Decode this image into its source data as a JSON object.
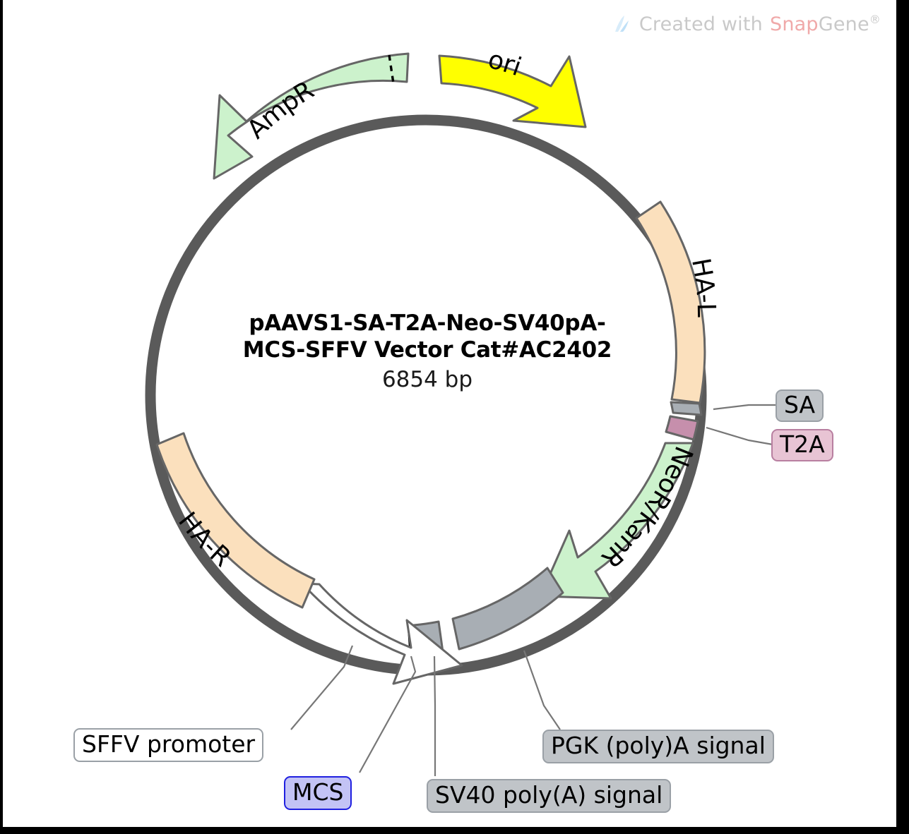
{
  "watermark": {
    "prefix": "Created with",
    "brand_red": "Snap",
    "brand_gray": "Gene",
    "registered": "®",
    "logo_icon": "snapgene-logo-icon"
  },
  "plasmid": {
    "name_line1": "pAAVS1-SA-T2A-Neo-SV40pA-",
    "name_line2": "MCS-SFFV Vector Cat#AC2402",
    "length": "6854 bp",
    "backbone_color": "#5a5a5a"
  },
  "colors": {
    "green": "#ccf2cc",
    "yellow": "#ffff00",
    "peach": "#fbe0bd",
    "pink": "#c68fac",
    "gray_feature": "#a8aeb4",
    "white_feature": "#ffffff",
    "blue_mcs": "#1414dc",
    "outline": "#666666",
    "chip_gray_fill": "#c0c4c8",
    "chip_gray_border": "#9aa0a6",
    "chip_pink_fill": "#e8c4d4",
    "chip_pink_border": "#b87fa0",
    "chip_blue_fill": "#c3c3f5",
    "chip_blue_border": "#2020e0",
    "chip_white_fill": "#ffffff",
    "chip_white_border": "#9aa0a6"
  },
  "features": [
    {
      "name": "AmpR",
      "label": "AmpR",
      "shape": "arrow",
      "direction": "counterclockwise",
      "fill": "#ccf2cc",
      "has_dashed_divider": true
    },
    {
      "name": "ori",
      "label": "ori",
      "shape": "arrow",
      "direction": "clockwise",
      "fill": "#ffff00",
      "has_dashed_divider": false
    },
    {
      "name": "HA-L",
      "label": "HA-L",
      "shape": "block",
      "direction": "none",
      "fill": "#fbe0bd",
      "has_dashed_divider": false
    },
    {
      "name": "SA",
      "label": "SA",
      "shape": "block",
      "direction": "none",
      "fill": "#a8aeb4",
      "has_dashed_divider": false
    },
    {
      "name": "T2A",
      "label": "T2A",
      "shape": "block",
      "direction": "none",
      "fill": "#c68fac",
      "has_dashed_divider": false
    },
    {
      "name": "NeoR/KanR",
      "label": "NeoR/KanR",
      "shape": "arrow",
      "direction": "clockwise",
      "fill": "#ccf2cc",
      "has_dashed_divider": false
    },
    {
      "name": "PGK (poly)A signal",
      "label": "PGK (poly)A signal",
      "shape": "block",
      "direction": "none",
      "fill": "#a8aeb4",
      "has_dashed_divider": false
    },
    {
      "name": "SV40 poly(A) signal",
      "label": "SV40 poly(A) signal",
      "shape": "block",
      "direction": "none",
      "fill": "#a8aeb4",
      "has_dashed_divider": false
    },
    {
      "name": "MCS",
      "label": "MCS",
      "shape": "marker",
      "direction": "none",
      "fill": "#1414dc",
      "has_dashed_divider": false
    },
    {
      "name": "SFFV promoter",
      "label": "SFFV promoter",
      "shape": "arrow",
      "direction": "clockwise",
      "fill": "#ffffff",
      "has_dashed_divider": false
    },
    {
      "name": "HA-R",
      "label": "HA-R",
      "shape": "block",
      "direction": "none",
      "fill": "#fbe0bd",
      "has_dashed_divider": false
    }
  ],
  "inline_labels": {
    "ampr": "AmpR",
    "ori": "ori",
    "ha_l": "HA-L",
    "ha_r": "HA-R",
    "neor_kanr": "NeoR/KanR"
  },
  "callouts": {
    "sa": "SA",
    "t2a": "T2A",
    "sffv_promoter": "SFFV promoter",
    "mcs": "MCS",
    "sv40_polya": "SV40 poly(A) signal",
    "pgk_polya": "PGK (poly)A signal"
  }
}
